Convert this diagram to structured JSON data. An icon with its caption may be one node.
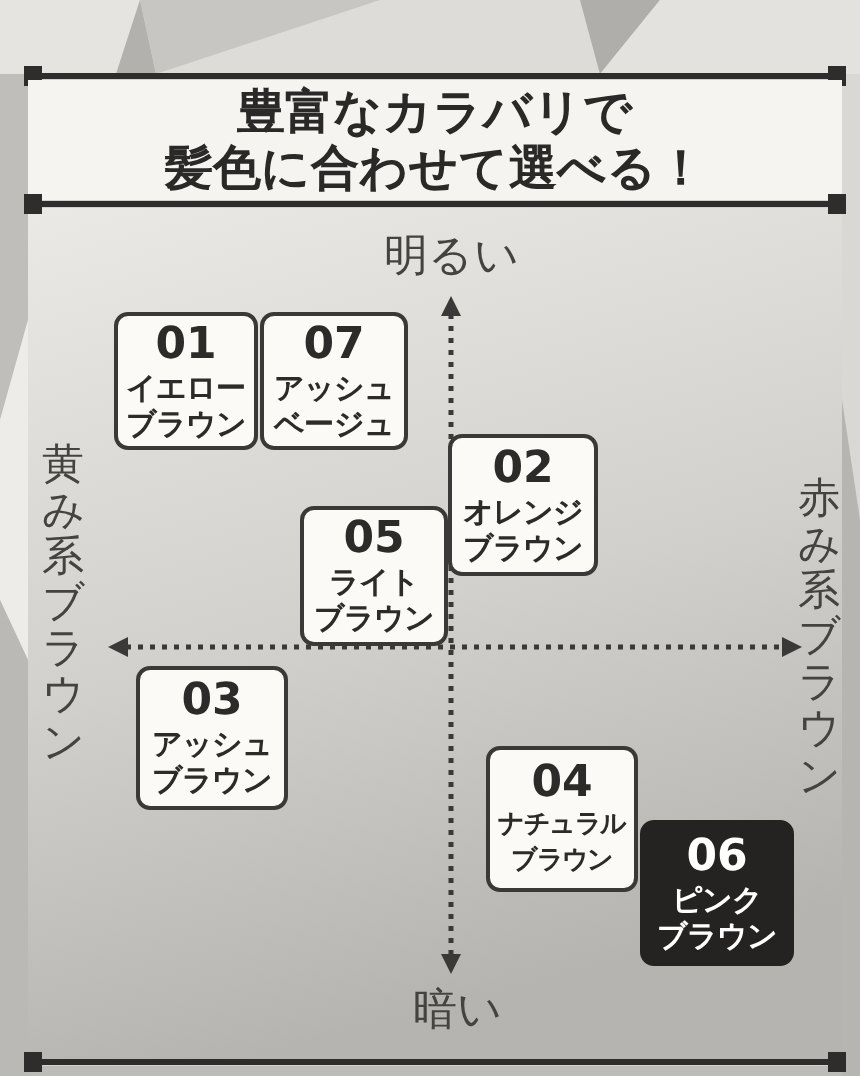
{
  "diagram": {
    "title": "豊富なカラバリで髪色に合わせて選べる！",
    "nodes": [
      {
        "text": [
          "01",
          "イエローブラウン"
        ]
      },
      {
        "text": [
          "07",
          "アッシュベージュ"
        ]
      },
      {
        "text": [
          "02",
          "オレンジブラウン"
        ]
      },
      {
        "text": [
          "05",
          "ライトブラウン"
        ]
      },
      {
        "text": [
          "03",
          "アッシュブラウン"
        ]
      },
      {
        "text": [
          "04",
          "ナチュラルブラウン"
        ]
      },
      {
        "text": [
          "06",
          "ピンクブラウン"
        ]
      }
    ],
    "labels": [
      "明るい",
      "黄み系ブラウン",
      "赤み系ブラウン",
      "暗い"
    ]
  }
}
